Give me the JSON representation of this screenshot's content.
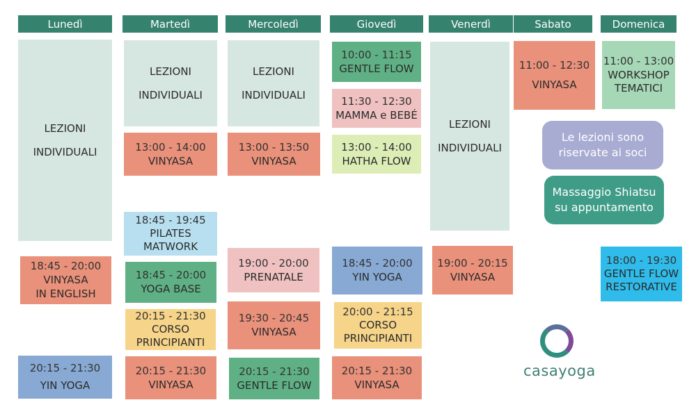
{
  "days": [
    "Lunedì",
    "Martedì",
    "Mercoledì",
    "Giovedì",
    "Venerdì",
    "Sabato",
    "Domenica"
  ],
  "individual": {
    "line1": "LEZIONI",
    "line2": "INDIVIDUALI"
  },
  "monday": [
    {
      "time": "18:45 - 20:00",
      "name": "VINYASA",
      "name2": "IN ENGLISH"
    },
    {
      "time": "20:15 - 21:30",
      "name": "YIN YOGA"
    }
  ],
  "tuesday": [
    {
      "time": "13:00 - 14:00",
      "name": "VINYASA"
    },
    {
      "time": "18:45 - 19:45",
      "name": "PILATES",
      "name2": "MATWORK"
    },
    {
      "time": "18:45 - 20:00",
      "name": "YOGA BASE"
    },
    {
      "time": "20:15 - 21:30",
      "name": "CORSO",
      "name2": "PRINCIPIANTI"
    },
    {
      "time": "20:15 - 21:30",
      "name": "VINYASA"
    }
  ],
  "wednesday": [
    {
      "time": "13:00 - 13:50",
      "name": "VINYASA"
    },
    {
      "time": "19:00 - 20:00",
      "name": "PRENATALE"
    },
    {
      "time": "19:30 - 20:45",
      "name": "VINYASA"
    },
    {
      "time": "20:15 - 21:30",
      "name": "GENTLE FLOW"
    }
  ],
  "thursday": [
    {
      "time": "10:00 - 11:15",
      "name": "GENTLE FLOW"
    },
    {
      "time": "11:30 - 12:30",
      "name": "MAMMA e BEBÉ"
    },
    {
      "time": "13:00 - 14:00",
      "name": "HATHA FLOW"
    },
    {
      "time": "18:45 - 20:00",
      "name": "YIN YOGA"
    },
    {
      "time": "20:00 - 21:15",
      "name": "CORSO",
      "name2": "PRINCIPIANTI"
    },
    {
      "time": "20:15 - 21:30",
      "name": "VINYASA"
    }
  ],
  "friday": [
    {
      "time": "19:00 - 20:15",
      "name": "VINYASA"
    }
  ],
  "saturday": [
    {
      "time": "11:00 - 12:30",
      "name": "VINYASA"
    }
  ],
  "sunday": [
    {
      "time": "11:00 - 13:00",
      "name": "WORKSHOP",
      "name2": "TEMATICI"
    },
    {
      "time": "18:00 - 19:30",
      "name": "GENTLE FLOW",
      "name2": "RESTORATIVE"
    }
  ],
  "notes": {
    "members_line1": "Le lezioni sono",
    "members_line2": "riservate ai soci",
    "shiatsu_line1": "Massaggio Shiatsu",
    "shiatsu_line2": "su appuntamento"
  },
  "logo": {
    "text": "casayoga"
  },
  "colors": {
    "header": "#35826e",
    "individual": "#d6e6e0",
    "vinyasa": "#e9917a"
  }
}
